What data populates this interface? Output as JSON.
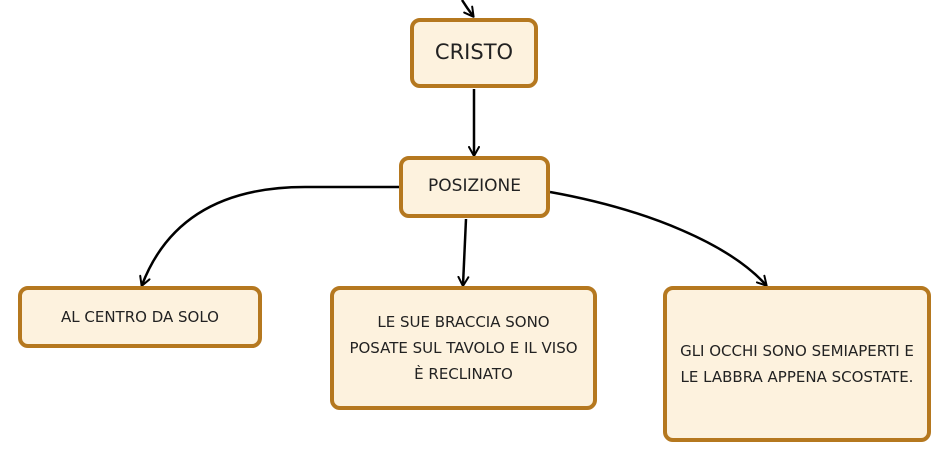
{
  "diagram": {
    "nodes": {
      "cristo": {
        "label": "CRISTO"
      },
      "posizione": {
        "label": "POSIZIONE"
      },
      "centro": {
        "label": "AL CENTRO DA SOLO"
      },
      "braccia": {
        "label": "LE SUE BRACCIA SONO POSATE SUL TAVOLO E IL VISO È RECLINATO"
      },
      "occhi": {
        "label": "GLI OCCHI SONO SEMIAPERTI E LE LABBRA APPENA SCOSTATE."
      }
    },
    "edges": [
      {
        "from": "incoming",
        "to": "cristo"
      },
      {
        "from": "cristo",
        "to": "posizione"
      },
      {
        "from": "posizione",
        "to": "centro"
      },
      {
        "from": "posizione",
        "to": "braccia"
      },
      {
        "from": "posizione",
        "to": "occhi"
      }
    ],
    "colors": {
      "node_fill": "#fdf2de",
      "node_border": "#b5781f",
      "connector": "#000000",
      "text": "#222222"
    }
  }
}
